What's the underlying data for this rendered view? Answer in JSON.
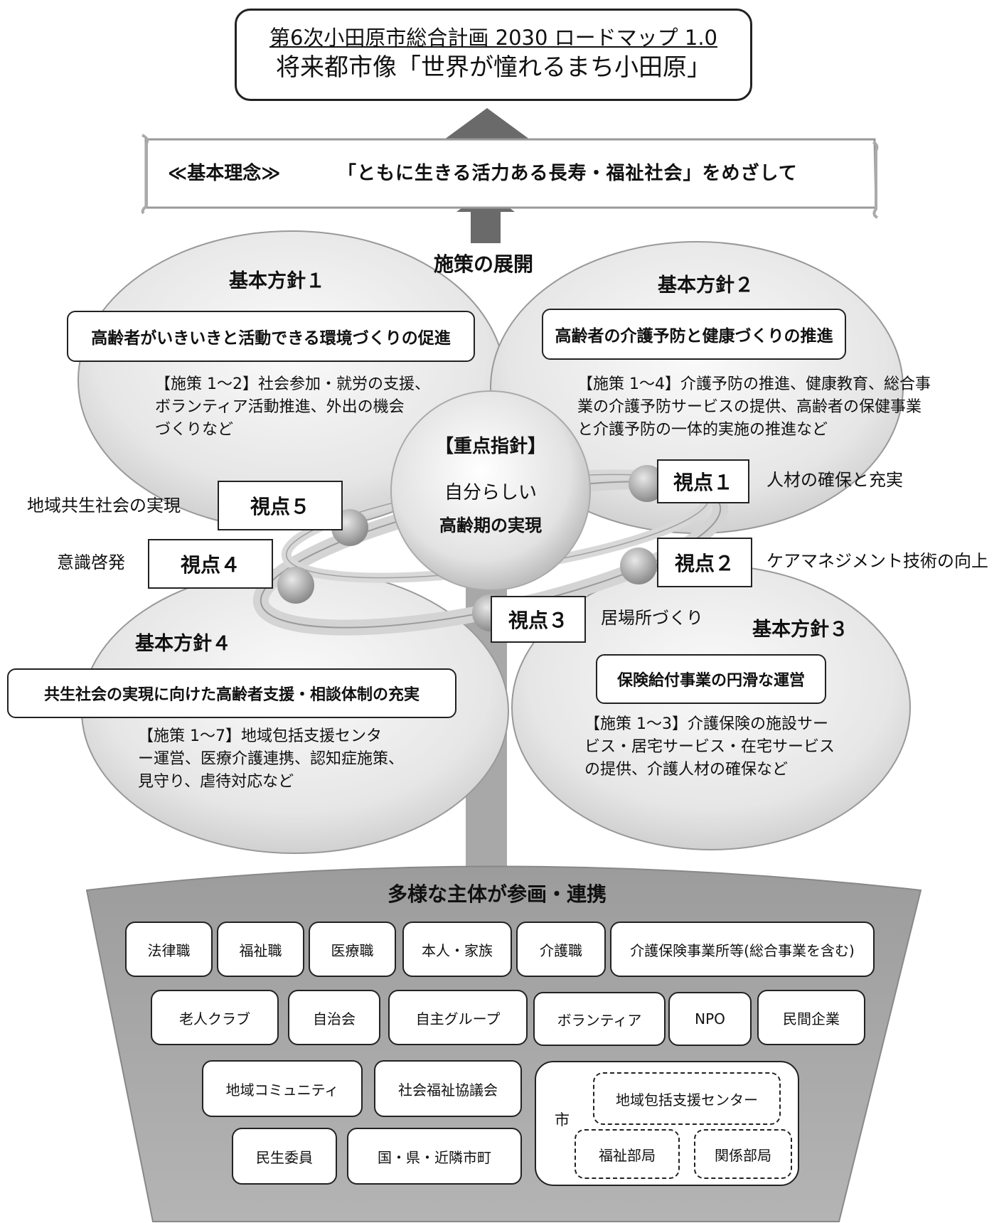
{
  "vision": {
    "line1": "第6次小田原市総合計画 2030 ロードマップ 1.0",
    "line2": "将来都市像「世界が憧れるまち小田原」"
  },
  "philosophy": {
    "label": "≪基本理念≫",
    "text": "「ともに生きる活力ある長寿・福祉社会」をめざして"
  },
  "development_label": "施策の展開",
  "policies": [
    {
      "heading": "基本方針１",
      "title": "高齢者がいきいきと活動できる環境づくりの促進",
      "lines": [
        "【施策 1〜2】社会参加・就労の支援、",
        "ボランティア活動推進、外出の機会",
        "づくりなど"
      ]
    },
    {
      "heading": "基本方針２",
      "title": "高齢者の介護予防と健康づくりの推進",
      "lines": [
        "【施策 1〜4】介護予防の推進、健康教育、総合事",
        "業の介護予防サービスの提供、高齢者の保健事業",
        "と介護予防の一体的実施の推進など"
      ]
    },
    {
      "heading": "基本方針３",
      "title": "保険給付事業の円滑な運営",
      "lines": [
        "【施策 1〜3】介護保険の施設サー",
        "ビス・居宅サービス・在宅サービス",
        "の提供、介護人材の確保など"
      ]
    },
    {
      "heading": "基本方針４",
      "title": "共生社会の実現に向けた高齢者支援・相談体制の充実",
      "lines": [
        "【施策 1〜7】地域包括支援センタ",
        "ー運営、医療介護連携、認知症施策、",
        "見守り、虐待対応など"
      ]
    }
  ],
  "center": {
    "title": "【重点指針】",
    "line1": "自分らしい",
    "line2": "高齢期の実現"
  },
  "viewpoints": [
    {
      "label": "視点１",
      "desc": "人材の確保と充実"
    },
    {
      "label": "視点２",
      "desc": "ケアマネジメント技術の向上"
    },
    {
      "label": "視点３",
      "desc": "居場所づくり"
    },
    {
      "label": "視点４",
      "desc": "意識啓発"
    },
    {
      "label": "視点５",
      "desc": "地域共生社会の実現"
    }
  ],
  "base": {
    "title": "多様な主体が参画・連携",
    "row1": [
      "法律職",
      "福祉職",
      "医療職",
      "本人・家族",
      "介護職",
      "介護保険事業所等(総合事業を含む)"
    ],
    "row2": [
      "老人クラブ",
      "自治会",
      "自主グループ",
      "ボランティア",
      "NPO",
      "民間企業"
    ],
    "row3": [
      "地域コミュニティ",
      "社会福祉協議会"
    ],
    "row4": [
      "民生委員",
      "国・県・近隣市町"
    ],
    "city": {
      "label": "市",
      "center": "地域包括支援センター",
      "dept1": "福祉部局",
      "dept2": "関係部局"
    }
  },
  "colors": {
    "ellipse": "#e4e4e4",
    "stem": "#a8a8a8",
    "pot": "#a6a6a6",
    "arrow": "#6a6a6a"
  }
}
